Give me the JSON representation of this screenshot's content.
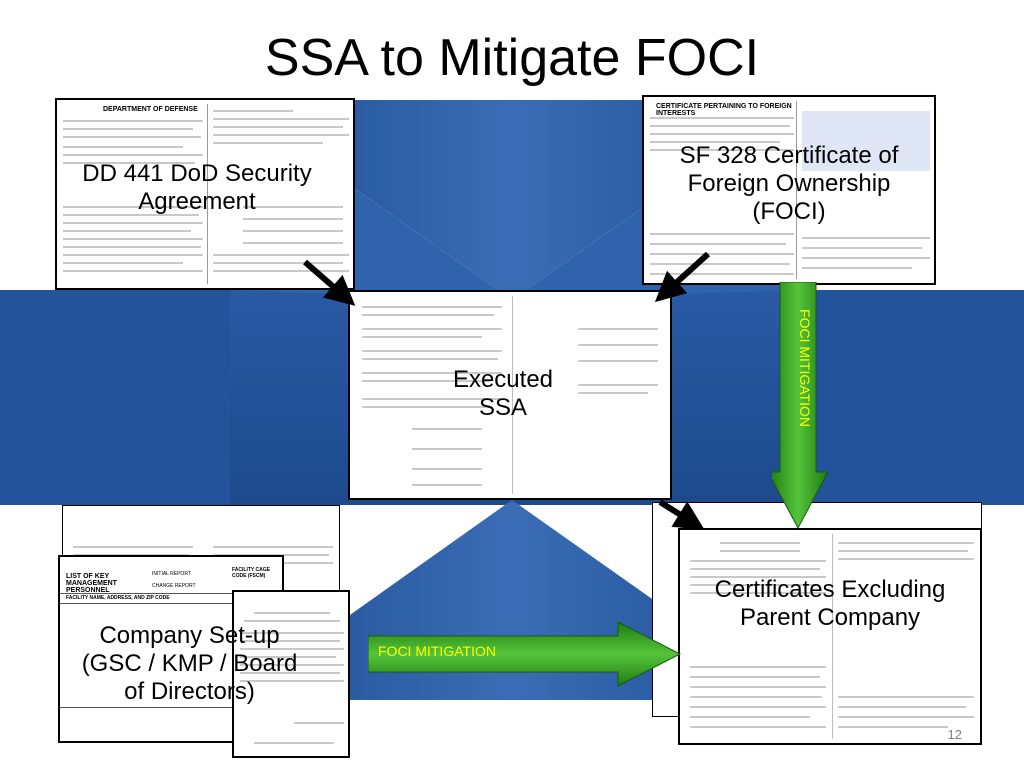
{
  "slide": {
    "title": "SSA to Mitigate FOCI",
    "page_number": "12"
  },
  "labels": {
    "dd441": "DD 441 DoD Security  Agreement",
    "sf328": "SF 328 Certificate of Foreign Ownership (FOCI)",
    "executed": "Executed SSA",
    "company": "Company Set-up (GSC / KMP / Board of Directors)",
    "certificates": "Certificates Excluding Parent Company"
  },
  "arrows": {
    "vertical": "FOCI MITIGATION",
    "horizontal": "FOCI MITIGATION"
  },
  "forms": {
    "key_mgmt_title": "LIST OF KEY MANAGEMENT PERSONNEL",
    "key_mgmt_initial": "INITIAL REPORT",
    "key_mgmt_change": "CHANGE REPORT",
    "key_mgmt_cage": "FACILITY CAGE CODE (FSCM)",
    "key_mgmt_facility": "FACILITY NAME, ADDRESS, AND ZIP CODE"
  },
  "colors": {
    "blue_band": "#2d5aa0",
    "arrow_green": "#3fae2a"
  }
}
